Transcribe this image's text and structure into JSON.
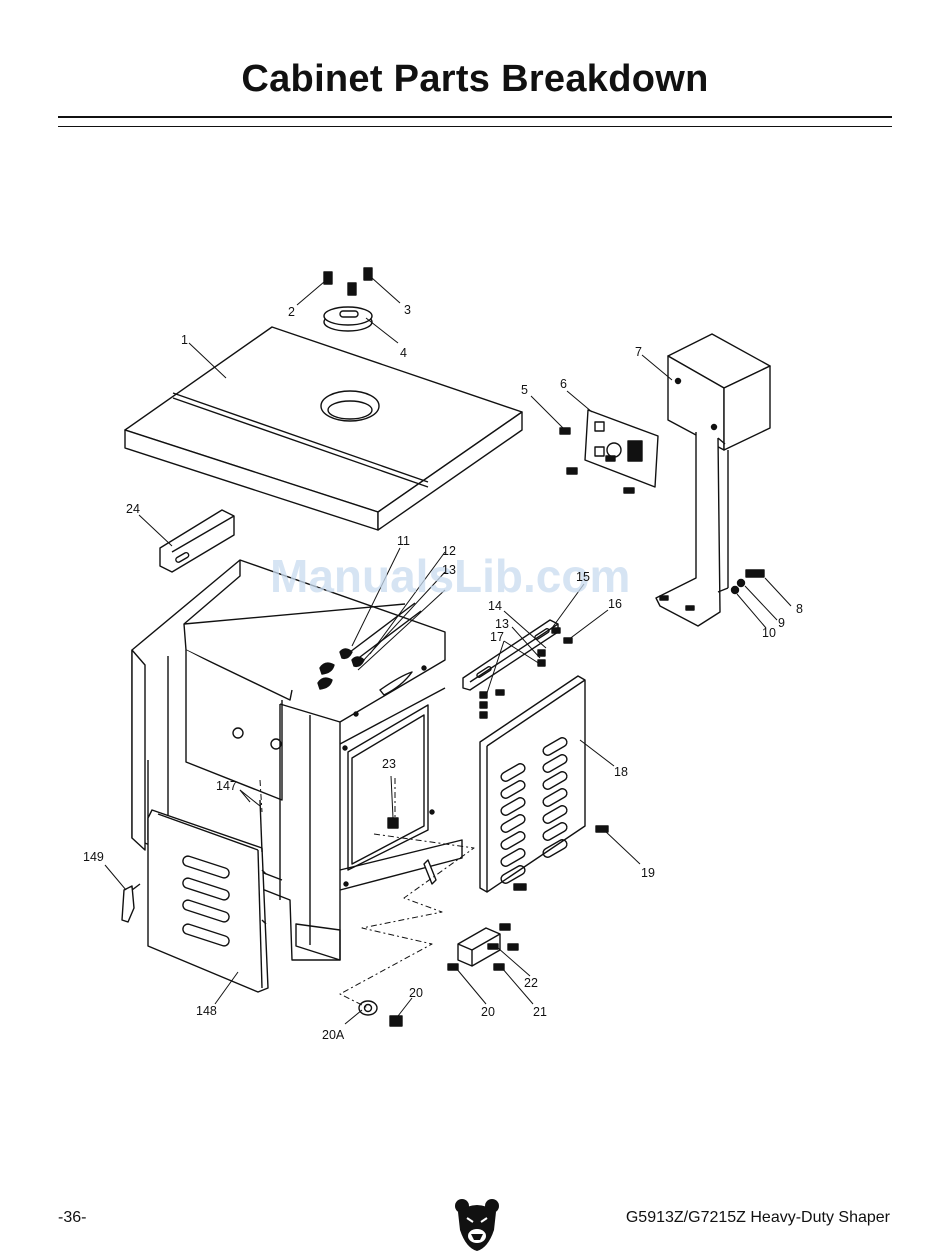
{
  "page": {
    "title": "Cabinet Parts Breakdown",
    "watermark": "ManualsLib.com",
    "page_number": "-36-",
    "footer_model": "G5913Z/G7215Z Heavy-Duty Shaper"
  },
  "callouts": [
    {
      "id": "c-1",
      "text": "1"
    },
    {
      "id": "c-2",
      "text": "2"
    },
    {
      "id": "c-3",
      "text": "3"
    },
    {
      "id": "c-4",
      "text": "4"
    },
    {
      "id": "c-5",
      "text": "5"
    },
    {
      "id": "c-6",
      "text": "6"
    },
    {
      "id": "c-7",
      "text": "7"
    },
    {
      "id": "c-8",
      "text": "8"
    },
    {
      "id": "c-9",
      "text": "9"
    },
    {
      "id": "c-10",
      "text": "10"
    },
    {
      "id": "c-11",
      "text": "11"
    },
    {
      "id": "c-12",
      "text": "12"
    },
    {
      "id": "c-13a",
      "text": "13"
    },
    {
      "id": "c-14",
      "text": "14"
    },
    {
      "id": "c-13b",
      "text": "13"
    },
    {
      "id": "c-17",
      "text": "17"
    },
    {
      "id": "c-15",
      "text": "15"
    },
    {
      "id": "c-16",
      "text": "16"
    },
    {
      "id": "c-18",
      "text": "18"
    },
    {
      "id": "c-19",
      "text": "19"
    },
    {
      "id": "c-20a",
      "text": "20"
    },
    {
      "id": "c-20b",
      "text": "20"
    },
    {
      "id": "c-20A",
      "text": "20A"
    },
    {
      "id": "c-21",
      "text": "21"
    },
    {
      "id": "c-22",
      "text": "22"
    },
    {
      "id": "c-23",
      "text": "23"
    },
    {
      "id": "c-24",
      "text": "24"
    },
    {
      "id": "c-147",
      "text": "147"
    },
    {
      "id": "c-148",
      "text": "148"
    },
    {
      "id": "c-149",
      "text": "149"
    }
  ]
}
